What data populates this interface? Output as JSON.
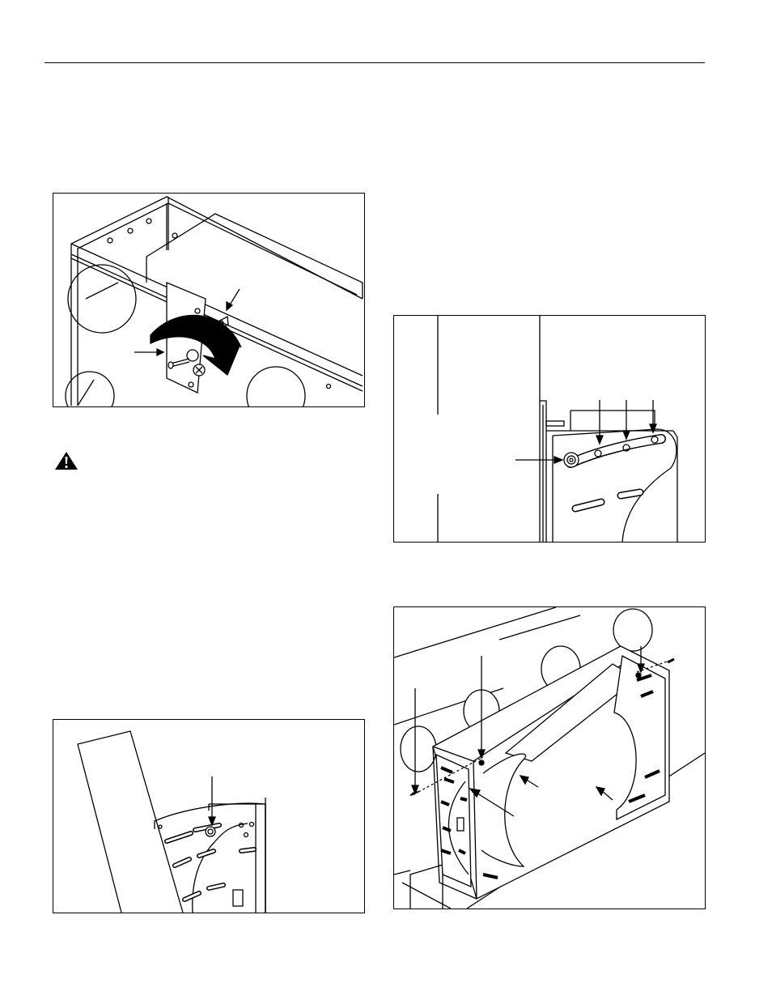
{
  "page": {
    "figures": [
      {
        "id": "fig-1",
        "subject": "pin-and-latch"
      },
      {
        "id": "fig-2",
        "subject": "side-plate-slot"
      },
      {
        "id": "fig-3",
        "subject": "adjustment-holes"
      },
      {
        "id": "fig-4",
        "subject": "enclosure-mounting"
      }
    ],
    "warning_icon": "warning-triangle-icon"
  },
  "colors": {
    "line": "#000000",
    "fill": "#ffffff"
  }
}
